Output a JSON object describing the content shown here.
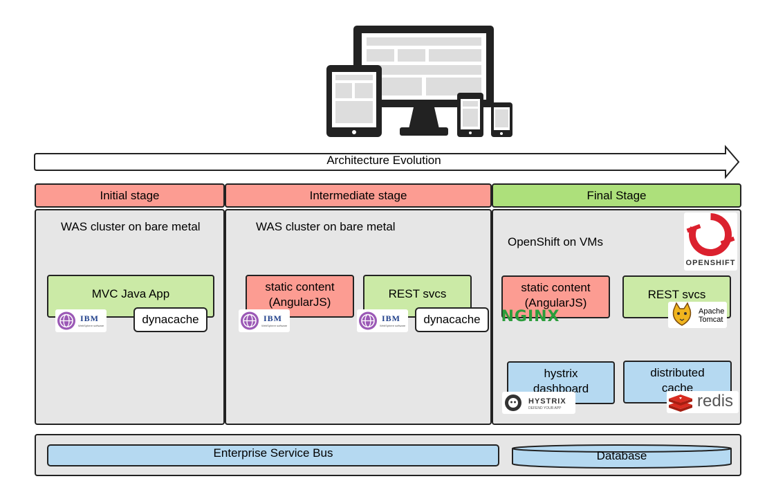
{
  "arrow": {
    "label": "Architecture Evolution"
  },
  "stages": {
    "initial": "Initial stage",
    "intermediate": "Intermediate stage",
    "final": "Final Stage"
  },
  "initial": {
    "heading": "WAS cluster on bare metal",
    "app": "MVC Java App",
    "cache": "dynacache"
  },
  "intermediate": {
    "heading": "WAS cluster on bare metal",
    "static": "static content (AngularJS)",
    "rest": "REST svcs",
    "cache": "dynacache"
  },
  "final": {
    "heading": "OpenShift on VMs",
    "static": "static content (AngularJS)",
    "rest": "REST svcs",
    "hystrix": "hystrix dashboard",
    "cache": "distributed cache"
  },
  "logos": {
    "openshift": "OPENSHIFT",
    "nginx": "NGINX",
    "tomcat_1": "Apache",
    "tomcat_2": "Tomcat",
    "hystrix": "HYSTRIX",
    "hystrix_sub": "DEFEND YOUR APP",
    "redis": "redis",
    "ibm": "IBM",
    "websphere": "WebSphere software"
  },
  "bottom": {
    "esb": "Enterprise Service Bus",
    "database": "Database"
  },
  "colors": {
    "red": "#fc9c92",
    "green": "#ade07b",
    "light_green": "#cbeaa6",
    "blue": "#b5d9f1",
    "panel": "#e6e6e6",
    "openshift_red": "#db212e",
    "nginx_green": "#2a9d3b",
    "redis_red": "#d82c20"
  }
}
